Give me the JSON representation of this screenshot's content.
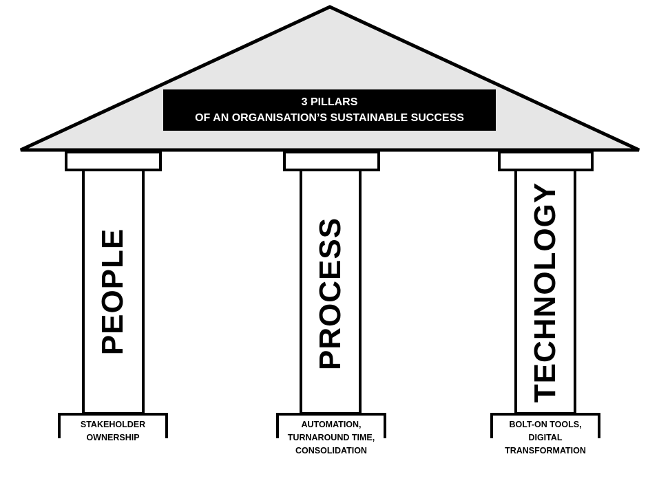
{
  "title": {
    "line1": "3 PILLARS",
    "line2": "OF AN ORGANISATION’S SUSTAINABLE SUCCESS"
  },
  "pillars": [
    {
      "label": "PEOPLE",
      "base": [
        "STAKEHOLDER",
        "OWNERSHIP"
      ]
    },
    {
      "label": "PROCESS",
      "base": [
        "AUTOMATION,",
        "TURNAROUND TIME,",
        "CONSOLIDATION"
      ]
    },
    {
      "label": "TECHNOLOGY",
      "base": [
        "BOLT-ON TOOLS,",
        "DIGITAL",
        "TRANSFORMATION"
      ]
    }
  ],
  "colors": {
    "roof_fill": "#e6e6e6",
    "stroke": "#000000",
    "title_bg": "#000000",
    "title_text": "#ffffff"
  }
}
